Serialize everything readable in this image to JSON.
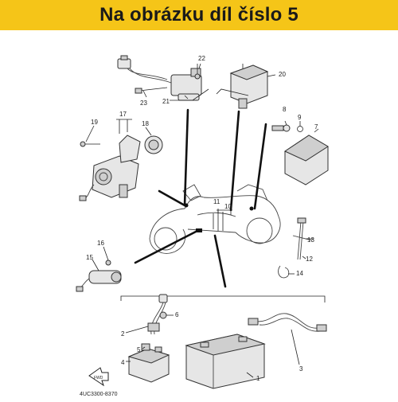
{
  "header": {
    "title": "Na obrázku díl číslo 5"
  },
  "colors": {
    "banner": "#f5c518",
    "ink": "#222222"
  },
  "callouts": [
    {
      "id": "c1",
      "label": "1"
    },
    {
      "id": "c2",
      "label": "2"
    },
    {
      "id": "c3",
      "label": "3"
    },
    {
      "id": "c4",
      "label": "4"
    },
    {
      "id": "c5",
      "label": "5"
    },
    {
      "id": "c6",
      "label": "6"
    },
    {
      "id": "c7",
      "label": "7"
    },
    {
      "id": "c8",
      "label": "8"
    },
    {
      "id": "c9",
      "label": "9"
    },
    {
      "id": "c10",
      "label": "10"
    },
    {
      "id": "c11",
      "label": "11"
    },
    {
      "id": "c12",
      "label": "12"
    },
    {
      "id": "c13",
      "label": "13"
    },
    {
      "id": "c14",
      "label": "14"
    },
    {
      "id": "c15",
      "label": "15"
    },
    {
      "id": "c16",
      "label": "16"
    },
    {
      "id": "c17",
      "label": "17"
    },
    {
      "id": "c18",
      "label": "18"
    },
    {
      "id": "c19",
      "label": "19"
    },
    {
      "id": "c20",
      "label": "20"
    },
    {
      "id": "c21",
      "label": "21"
    },
    {
      "id": "c22",
      "label": "22"
    },
    {
      "id": "c23",
      "label": "23"
    }
  ],
  "footer": {
    "code": "4UC3300-8370",
    "arrow_label": "FWD"
  }
}
